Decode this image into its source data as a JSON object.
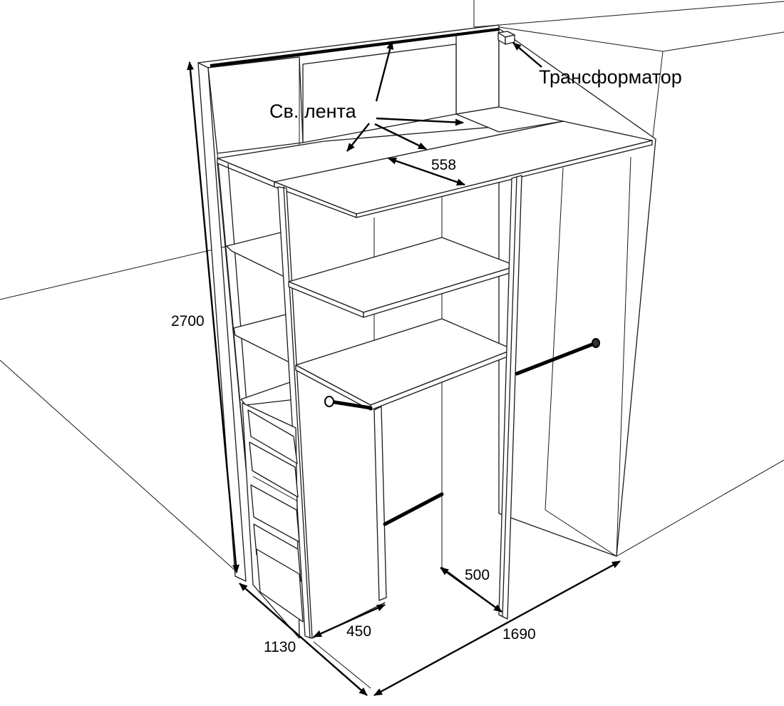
{
  "labels": {
    "transformer": "Трансформатор",
    "led_strip": "Св. лента"
  },
  "dimensions": {
    "height": "2700",
    "depth": "1130",
    "width": "1690",
    "drawer_depth": "450",
    "shelf_depth": "558",
    "passage_width": "500"
  },
  "colors": {
    "lines": "#1a1a1a",
    "background": "#ffffff"
  }
}
